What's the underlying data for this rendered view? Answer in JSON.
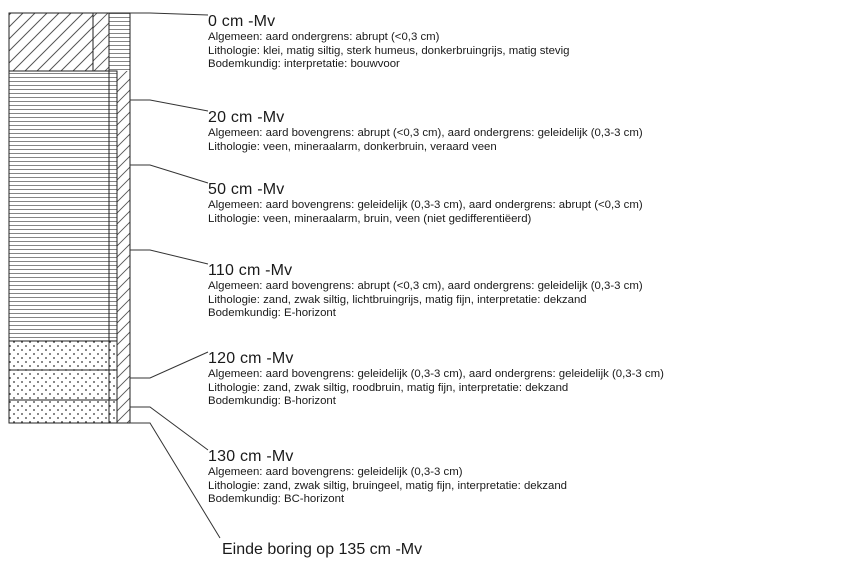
{
  "layers": [
    {
      "depth": "0 cm -Mv",
      "lines": [
        "Algemeen: aard ondergrens: abrupt (<0,3 cm)",
        "Lithologie: klei, matig siltig, sterk humeus, donkerbruingrijs, matig stevig",
        "Bodemkundig: interpretatie: bouwvoor"
      ],
      "pattern": "clay-hatch",
      "sub_pattern": "horizontal-lines"
    },
    {
      "depth": "20 cm -Mv",
      "lines": [
        "Algemeen: aard bovengrens: abrupt (<0,3 cm), aard ondergrens: geleidelijk (0,3-3 cm)",
        "Lithologie: veen, mineraalarm, donkerbruin, veraard veen"
      ],
      "pattern": "peat-lines",
      "sub_pattern": "diagonal-lines"
    },
    {
      "depth": "50 cm -Mv",
      "lines": [
        "Algemeen: aard bovengrens: geleidelijk (0,3-3 cm), aard ondergrens: abrupt (<0,3 cm)",
        "Lithologie: veen, mineraalarm, bruin, veen (niet gedifferentiëerd)"
      ],
      "pattern": "peat-lines",
      "sub_pattern": "diagonal-lines"
    },
    {
      "depth": "110 cm -Mv",
      "lines": [
        "Algemeen: aard bovengrens: abrupt (<0,3 cm), aard ondergrens: geleidelijk (0,3-3 cm)",
        "Lithologie: zand, zwak siltig, lichtbruingrijs, matig fijn, interpretatie: dekzand",
        "Bodemkundig: E-horizont"
      ],
      "pattern": "sand-dots",
      "sub_pattern": "diagonal-lines"
    },
    {
      "depth": "120 cm -Mv",
      "lines": [
        "Algemeen: aard bovengrens: geleidelijk (0,3-3 cm), aard ondergrens: geleidelijk (0,3-3 cm)",
        "Lithologie: zand, zwak siltig, roodbruin, matig fijn, interpretatie: dekzand",
        "Bodemkundig: B-horizont"
      ],
      "pattern": "sand-dots",
      "sub_pattern": "diagonal-lines"
    },
    {
      "depth": "130 cm -Mv",
      "lines": [
        "Algemeen: aard bovengrens: geleidelijk (0,3-3 cm)",
        "Lithologie: zand, zwak siltig, bruingeel, matig fijn, interpretatie: dekzand",
        "Bodemkundig: BC-horizont"
      ],
      "pattern": "sand-dots",
      "sub_pattern": "diagonal-lines"
    }
  ],
  "end_label": "Einde boring op 135 cm -Mv",
  "colors": {
    "ink": "#1a1a1a",
    "pattern": "#555555",
    "paper": "#ffffff"
  }
}
